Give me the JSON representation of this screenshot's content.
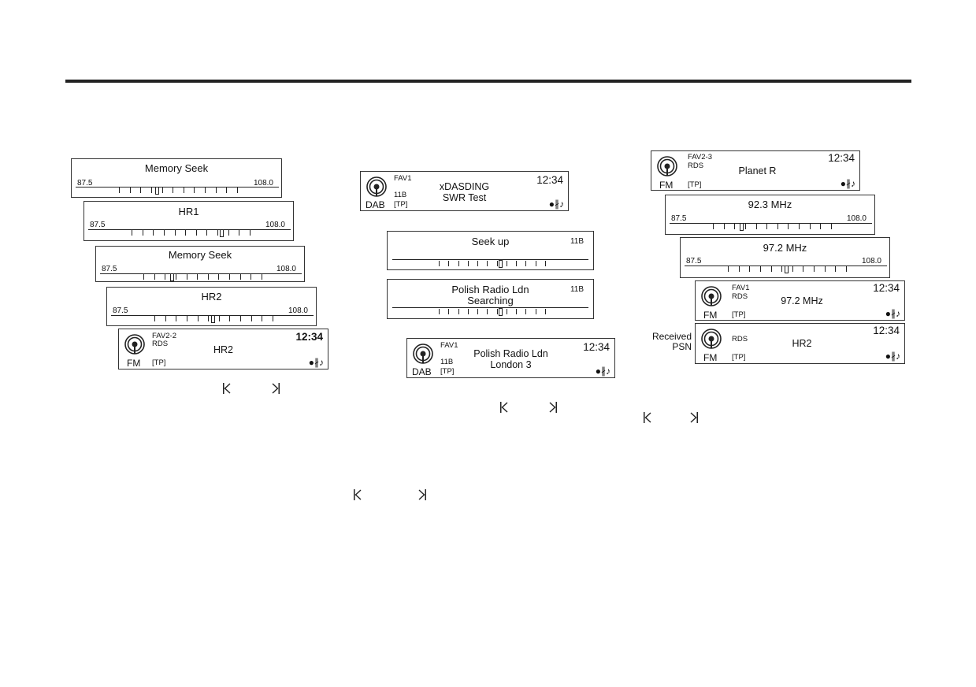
{
  "seek_displays": [
    {
      "id": "l1",
      "title": "Memory Seek",
      "scale_min": "87.5",
      "scale_max": "108.0",
      "marker_fraction": 0.32
    },
    {
      "id": "l2",
      "title": "HR1",
      "scale_min": "87.5",
      "scale_max": "108.0",
      "marker_fraction": 0.76
    },
    {
      "id": "l3",
      "title": "Memory Seek",
      "scale_min": "87.5",
      "scale_max": "108.0",
      "marker_fraction": 0.24
    },
    {
      "id": "l4",
      "title": "HR2",
      "scale_min": "87.5",
      "scale_max": "108.0",
      "marker_fraction": 0.49
    },
    {
      "id": "m2",
      "title": "Seek up",
      "channel": "11B",
      "marker_fraction": 0.58
    },
    {
      "id": "m3",
      "title": "Polish Radio Ldn",
      "subtitle": "Searching",
      "channel": "11B",
      "marker_fraction": 0.58
    },
    {
      "id": "r2",
      "title": "92.3 MHz",
      "scale_min": "87.5",
      "scale_max": "108.0",
      "marker_fraction": 0.24
    },
    {
      "id": "r3",
      "title": "97.2 MHz",
      "scale_min": "87.5",
      "scale_max": "108.0",
      "marker_fraction": 0.49
    }
  ],
  "station_displays": [
    {
      "id": "l5",
      "band": "FM",
      "preset": "FAV2-2",
      "line2": "RDS",
      "line3": "[TP]",
      "center1": "HR2",
      "center2": "",
      "clock": "12:34"
    },
    {
      "id": "m1",
      "band": "DAB",
      "preset": "FAV1",
      "line2": "11B",
      "line3": "[TP]",
      "center1": "xDASDING",
      "center2": "SWR Test",
      "clock": "12:34"
    },
    {
      "id": "m4",
      "band": "DAB",
      "preset": "FAV1",
      "line2": "11B",
      "line3": "[TP]",
      "center1": "Polish Radio Ldn",
      "center2": "London 3",
      "clock": "12:34"
    },
    {
      "id": "r1",
      "band": "FM",
      "preset": "FAV2-3",
      "line2": "RDS",
      "line3": "[TP]",
      "center1": "Planet R",
      "center2": "",
      "clock": "12:34"
    },
    {
      "id": "r4",
      "band": "FM",
      "preset": "FAV1",
      "line2": "RDS",
      "line3": "[TP]",
      "center1": "97.2 MHz",
      "center2": "",
      "clock": "12:34"
    },
    {
      "id": "r5",
      "band": "FM",
      "preset": "",
      "line2": "RDS",
      "line3": "[TP]",
      "center1": "HR2",
      "center2": "",
      "clock": "12:34"
    }
  ],
  "status_icons": "●∦♪",
  "received_psn_label": "Received\nPSN"
}
